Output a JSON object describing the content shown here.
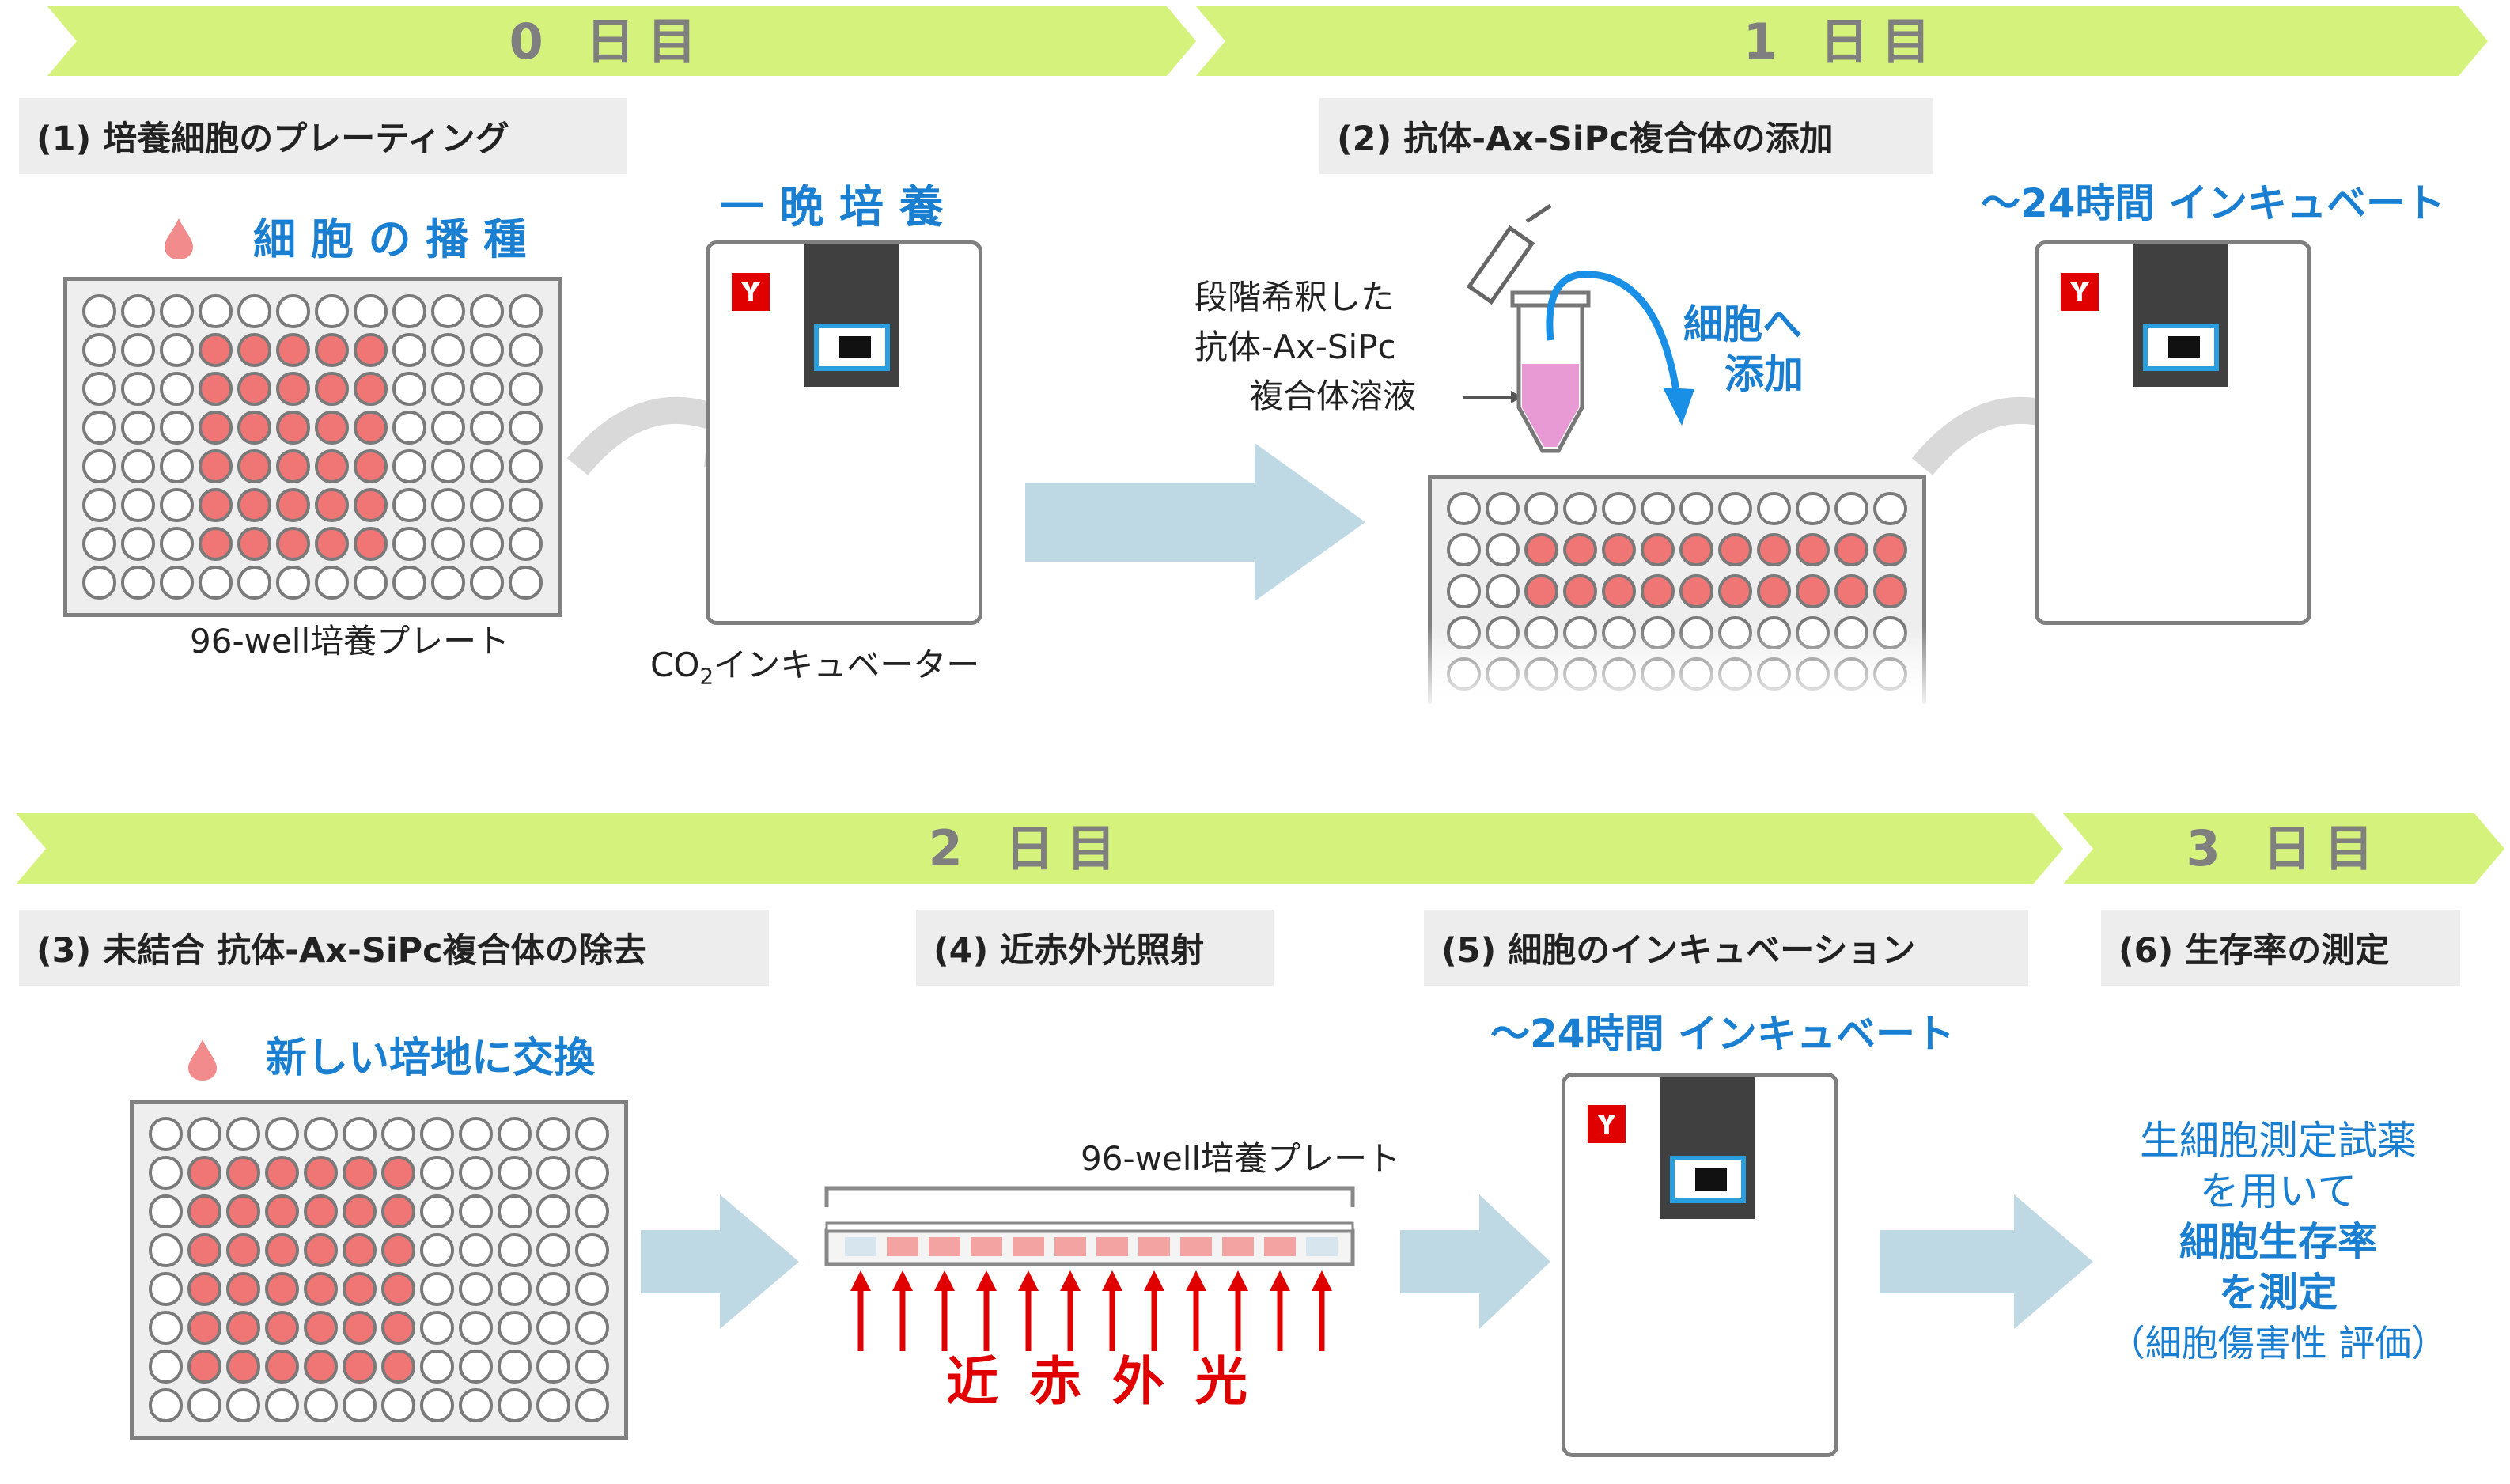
{
  "banners": {
    "day0": "0 日目",
    "day1": "1 日目",
    "day2": "2 日目",
    "day3": "3 日目"
  },
  "steps": {
    "s1": "(1) 培養細胞のプレーティング",
    "s2": "(2) 抗体-Ax-SiPc複合体の添加",
    "s3": "(3) 未結合 抗体-Ax-SiPc複合体の除去",
    "s4": "(4) 近赤外光照射",
    "s5": "(5) 細胞のインキュベーション",
    "s6": "(6) 生存率の測定"
  },
  "labels": {
    "seeding": "細 胞 の 播 種",
    "overnight": "一 晩  培 養",
    "plate_96_a": "96-well培養プレート",
    "co2_prefix": "CO",
    "co2_sub": "2",
    "co2_suffix": "インキュベーター",
    "dilution_line1": "段階希釈した",
    "dilution_line2": "抗体-Ax-SiPc",
    "dilution_line3": "複合体溶液",
    "to_cells_line1": "細胞へ",
    "to_cells_line2": "添加",
    "incubate_24h_a": "〜24時間 インキュベート",
    "medium_change": "新しい培地に交換",
    "plate_96_b": "96-well培養プレート",
    "nir_light": "近 赤 外 光",
    "incubate_24h_b": "〜24時間 インキュベート",
    "reagent_line1": "生細胞測定試薬",
    "reagent_line2": "を用いて",
    "reagent_line3": "細胞生存率",
    "reagent_line4": "を測定",
    "reagent_line5": "（細胞傷害性 評価）"
  },
  "colors": {
    "banner_green": "#d4f27c",
    "accent_blue": "#1a7fd0",
    "cell_red": "#f07575",
    "nir_red": "#e00000",
    "flow_arrow": "#bfd9e4",
    "curve_arrow": "#d9d9d9"
  }
}
